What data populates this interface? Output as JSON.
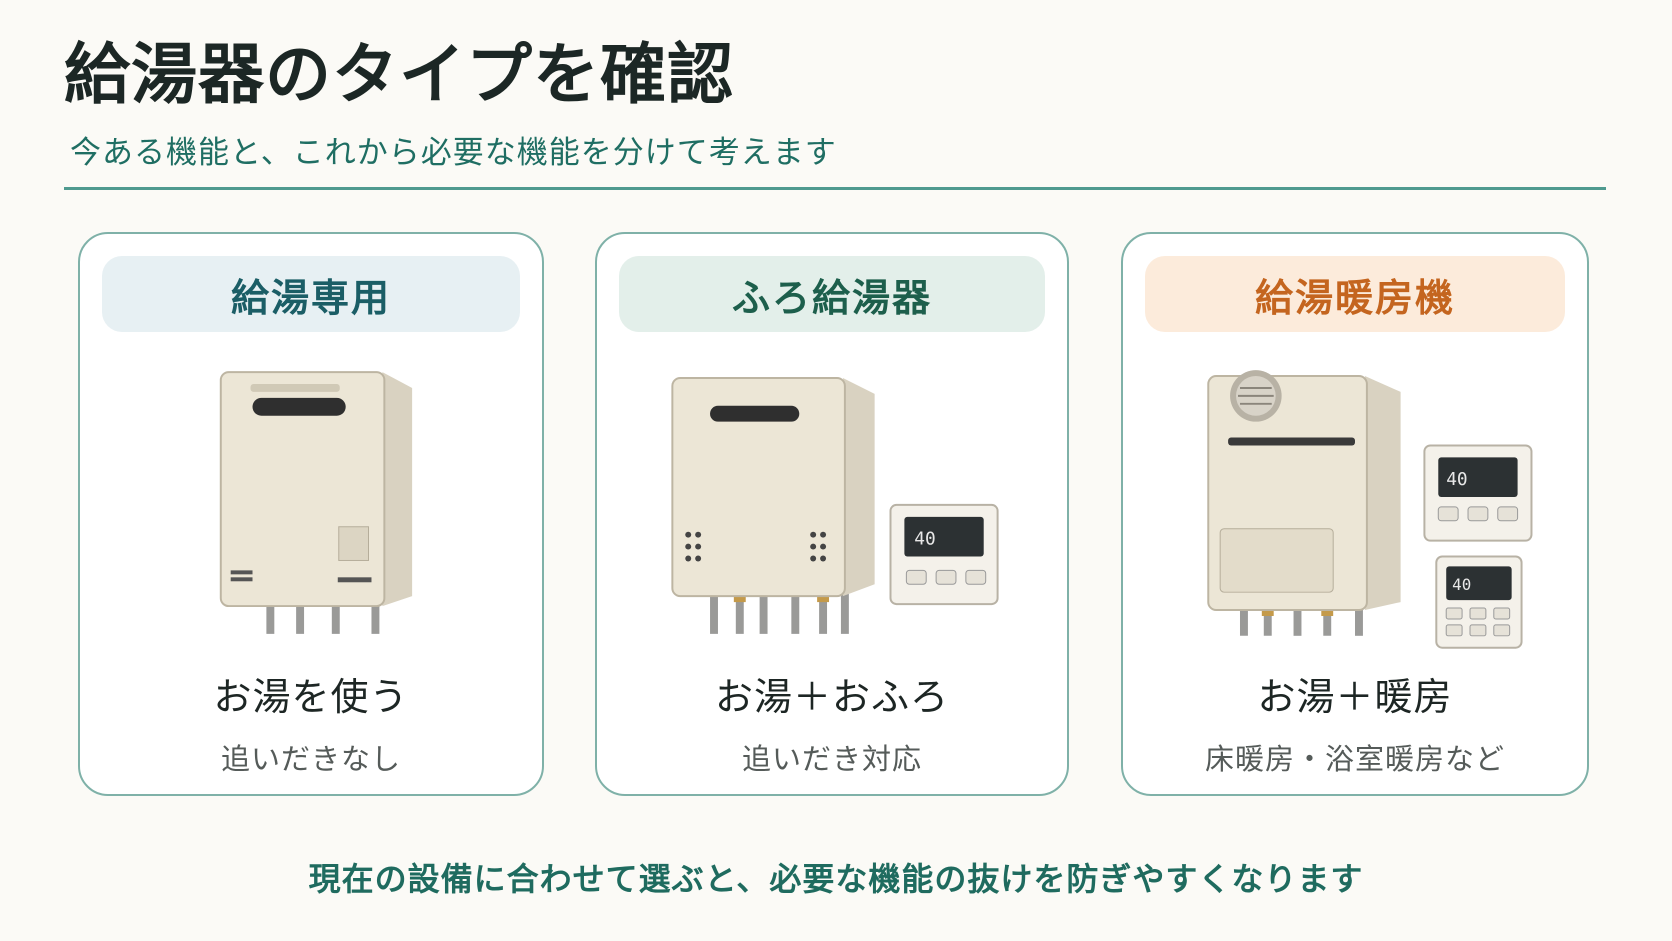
{
  "title": "給湯器のタイプを確認",
  "subtitle": "今ある機能と、これから必要な機能を分けて考えます",
  "cards": [
    {
      "header": "給湯専用",
      "main": "お湯を使う",
      "sub": "追いだきなし"
    },
    {
      "header": "ふろ給湯器",
      "main": "お湯＋おふろ",
      "sub": "追いだき対応",
      "remote_temp": "40"
    },
    {
      "header": "給湯暖房機",
      "main": "お湯＋暖房",
      "sub": "床暖房・浴室暖房など",
      "remote_temp_1": "40",
      "remote_temp_2": "40"
    }
  ],
  "footer": "現在の設備に合わせて選ぶと、必要な機能の抜けを防ぎやすくなります",
  "colors": {
    "accent": "#1f6e63",
    "card_border": "#7fb1a8",
    "header_blue": "#e7f0f3",
    "header_green": "#e3efea",
    "header_orange": "#fcebdb",
    "orange_text": "#c4651f"
  },
  "icons": [
    "water-heater-icon",
    "bath-remote-icon",
    "heating-remote-icon"
  ]
}
